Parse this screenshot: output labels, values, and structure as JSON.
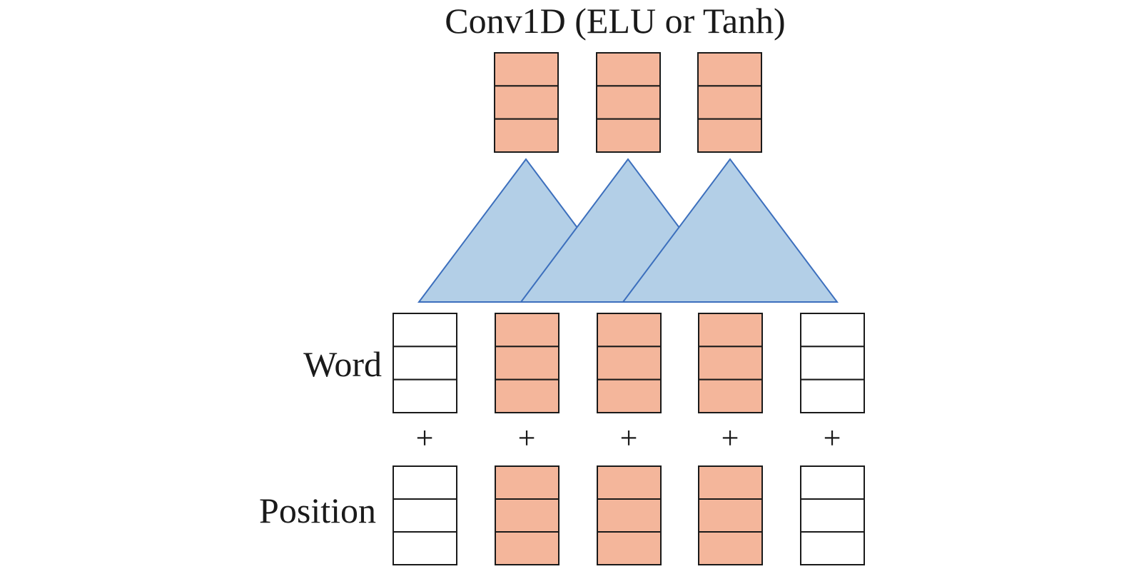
{
  "title": "Conv1D (ELU or Tanh)",
  "row_labels": {
    "word": "Word",
    "position": "Position"
  },
  "plus_sign": "+",
  "colors": {
    "active_cell": "#f4b69b",
    "inactive_cell": "#ffffff",
    "cell_border": "#1a1a1a",
    "kernel_fill": "#b3cfe7",
    "kernel_stroke": "#3c6fbd"
  },
  "output_vectors": [
    {
      "active": true
    },
    {
      "active": true
    },
    {
      "active": true
    }
  ],
  "word_vectors": [
    {
      "active": false
    },
    {
      "active": true
    },
    {
      "active": true
    },
    {
      "active": true
    },
    {
      "active": false
    }
  ],
  "position_vectors": [
    {
      "active": false
    },
    {
      "active": true
    },
    {
      "active": true
    },
    {
      "active": true
    },
    {
      "active": false
    }
  ],
  "cells_per_vector": 3,
  "kernel_count": 3
}
